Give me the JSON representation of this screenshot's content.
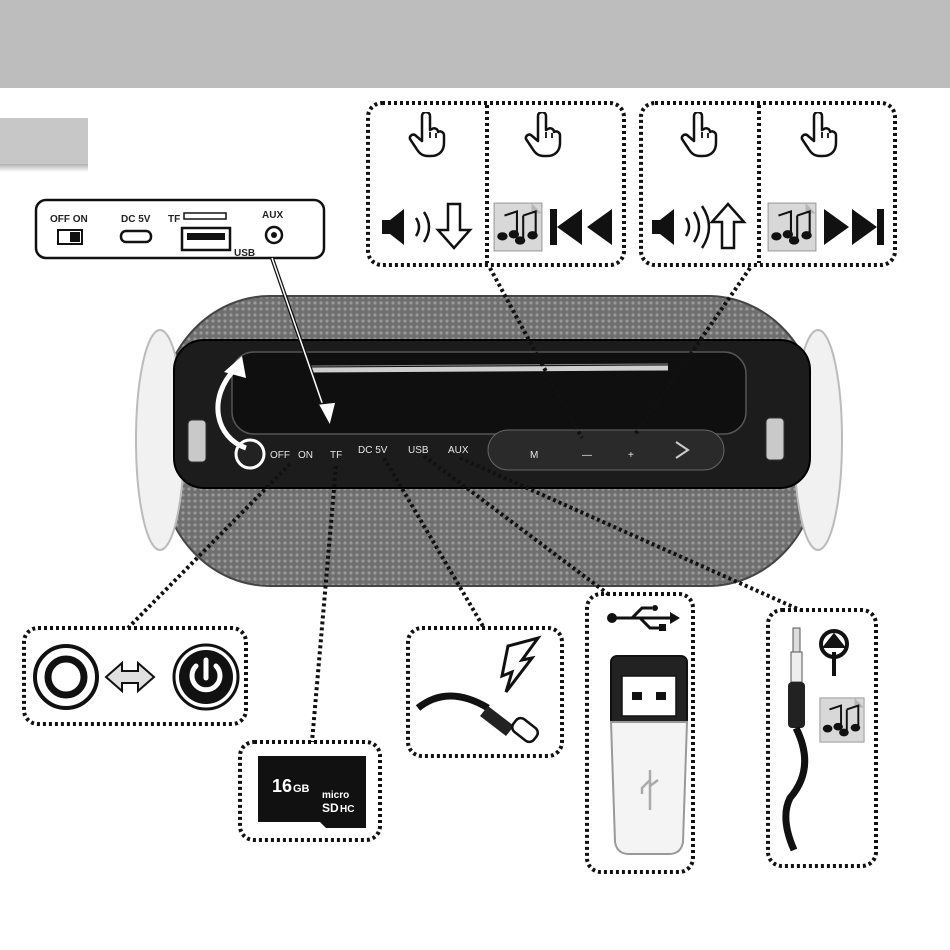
{
  "side_panel": {
    "switch_label": "OFF  ON",
    "dc_label": "DC 5V",
    "tf_label": "TF",
    "usb_label": "USB",
    "aux_label": "AUX"
  },
  "speaker_panel": {
    "off": "OFF",
    "on": "ON",
    "tf": "TF",
    "dc": "DC 5V",
    "usb": "USB",
    "aux": "AUX",
    "mode": "M",
    "minus": "—",
    "plus": "+"
  },
  "sd_card": {
    "capacity": "16",
    "unit": "GB",
    "brand_1": "micro",
    "brand_2": "SD",
    "brand_3": "HC"
  },
  "icons": {
    "volume_down": "speaker-volume-down-icon",
    "previous": "previous-track-icon",
    "volume_up": "speaker-volume-up-icon",
    "next": "next-track-icon",
    "power": "power-icon"
  },
  "colors": {
    "banner": "#bdbdbd",
    "speaker_body": "#1c1c1c",
    "fabric": "#7a7a7a"
  }
}
